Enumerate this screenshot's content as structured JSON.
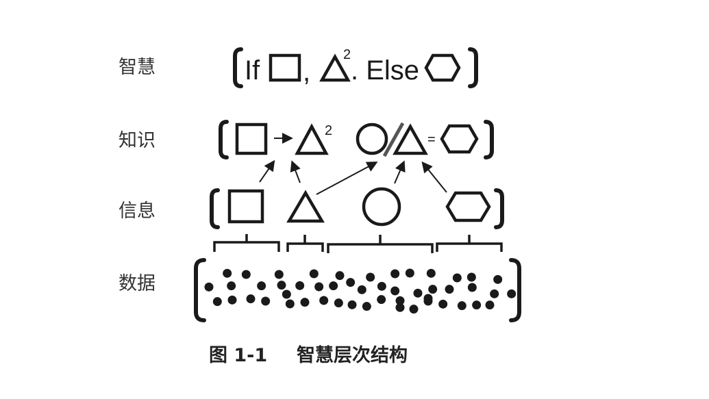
{
  "levels": {
    "wisdom": "智慧",
    "knowledge": "知识",
    "information": "信息",
    "data": "数据"
  },
  "wisdom_row": {
    "if": "If",
    "comma": ",",
    "superscript": "2",
    "else": ". Else"
  },
  "knowledge_row": {
    "superscript": "2",
    "equals": "="
  },
  "caption": {
    "number": "图 1-1",
    "title": "智慧层次结构"
  }
}
